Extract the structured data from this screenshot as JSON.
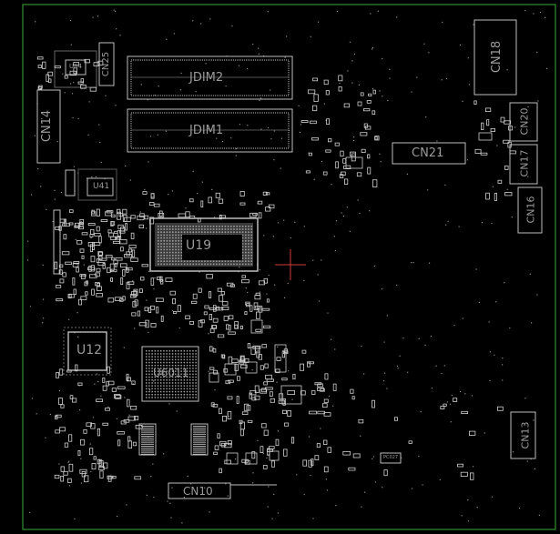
{
  "board": {
    "outline_color": "#2f8f2f",
    "silk_color": "#bdbdbd",
    "pad_color": "#d9d9d9",
    "background": "#000000",
    "cursor_color": "#d23a3a"
  },
  "components": {
    "jdim2": "JDIM2",
    "jdim1": "JDIM1",
    "cn14": "CN14",
    "cn25": "CN25",
    "u84": "U84",
    "u41": "U41",
    "u19": "U19",
    "u12": "U12",
    "u6011": "U6011",
    "cn18": "CN18",
    "cn20": "CN20",
    "cn17": "CN17",
    "cn16": "CN16",
    "cn21": "CN21",
    "cn13": "CN13",
    "cn10": "CN10",
    "pc027": "PC027"
  }
}
